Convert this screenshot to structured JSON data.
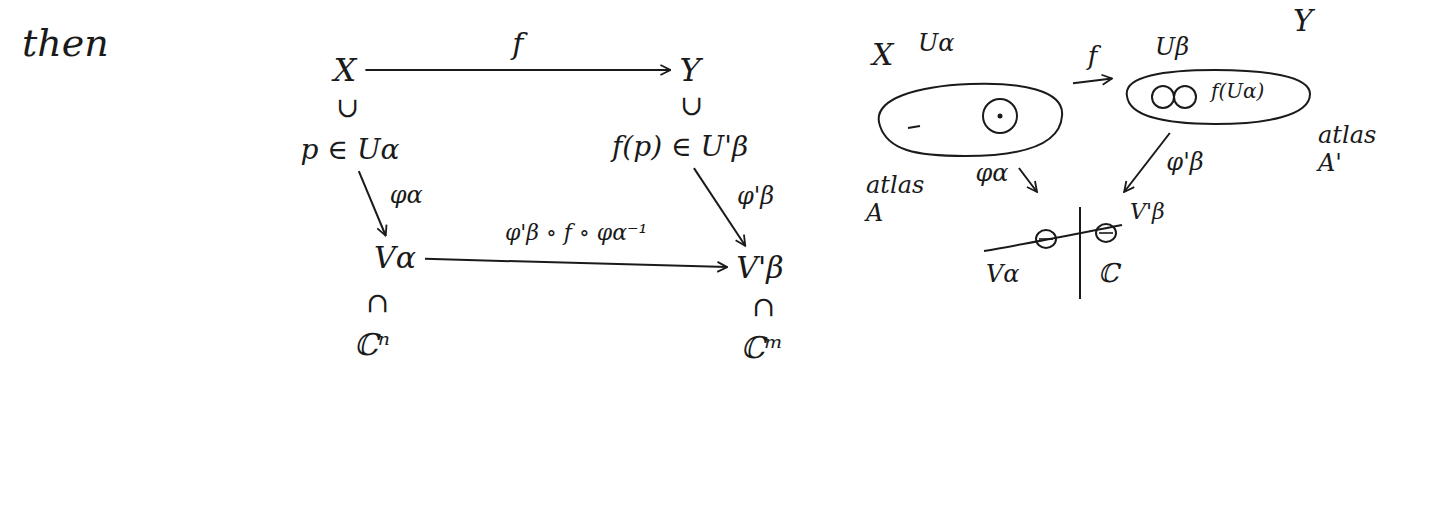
{
  "diagram": {
    "nodes": [
      {
        "text": [
          "X"
        ]
      },
      {
        "text": [
          "Y"
        ]
      },
      {
        "text": [
          "p ∈ Uα"
        ]
      },
      {
        "text": [
          "f(p) ∈ U'β"
        ]
      },
      {
        "text": [
          "Vα"
        ]
      },
      {
        "text": [
          "V'β"
        ]
      },
      {
        "text": [
          "ℂⁿ"
        ]
      },
      {
        "text": [
          "ℂᵐ"
        ]
      },
      {
        "text": [
          "X",
          "Uα"
        ]
      },
      {
        "text": [
          "Y",
          "Uβ",
          "f(Uα)"
        ]
      },
      {
        "text": [
          "Vα",
          "V'β",
          "ℂ"
        ]
      }
    ],
    "edges": [
      {
        "from": 0,
        "to": 1,
        "label": "f",
        "arrow": "to"
      },
      {
        "from": 2,
        "to": 4,
        "label": "φα",
        "arrow": "to"
      },
      {
        "from": 3,
        "to": 5,
        "label": "φ'β",
        "arrow": "to"
      },
      {
        "from": 4,
        "to": 5,
        "label": "φ'β ∘ f ∘ φα⁻¹",
        "arrow": "to"
      },
      {
        "from": 8,
        "to": 9,
        "label": "f",
        "arrow": "to"
      },
      {
        "from": 8,
        "to": 10,
        "label": "φα",
        "arrow": "to"
      },
      {
        "from": 9,
        "to": 10,
        "label": "φ'β",
        "arrow": "to"
      }
    ],
    "labels": [
      "then",
      "∪",
      "∪",
      "∩",
      "∩",
      "atlas A",
      "atlas A'"
    ]
  }
}
